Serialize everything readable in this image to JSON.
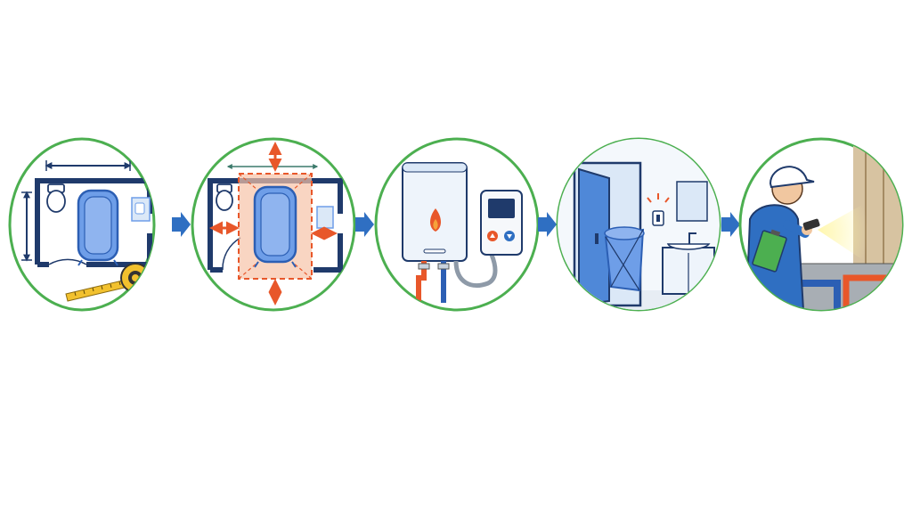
{
  "diagram": {
    "steps": [
      {
        "id": "measure",
        "icon": "floor-plan-measure-icon"
      },
      {
        "id": "clearance",
        "icon": "floor-plan-clearance-icon"
      },
      {
        "id": "water-heater",
        "icon": "water-heater-icon"
      },
      {
        "id": "door-access",
        "icon": "doorway-access-icon"
      },
      {
        "id": "inspection",
        "icon": "inspector-flashlight-icon"
      }
    ],
    "connectors": [
      "arrow-right",
      "arrow-right",
      "arrow-right",
      "arrow-right"
    ]
  },
  "colors": {
    "ring": "#4caf50",
    "wall": "#1f3a6b",
    "tub": "#6e9ee8",
    "tub_stroke": "#2c5fb4",
    "arrow": "#2f6fc2",
    "accent_orange": "#e8572a",
    "tape_yellow": "#f2c12e",
    "light_blue": "#dbe8f7"
  }
}
